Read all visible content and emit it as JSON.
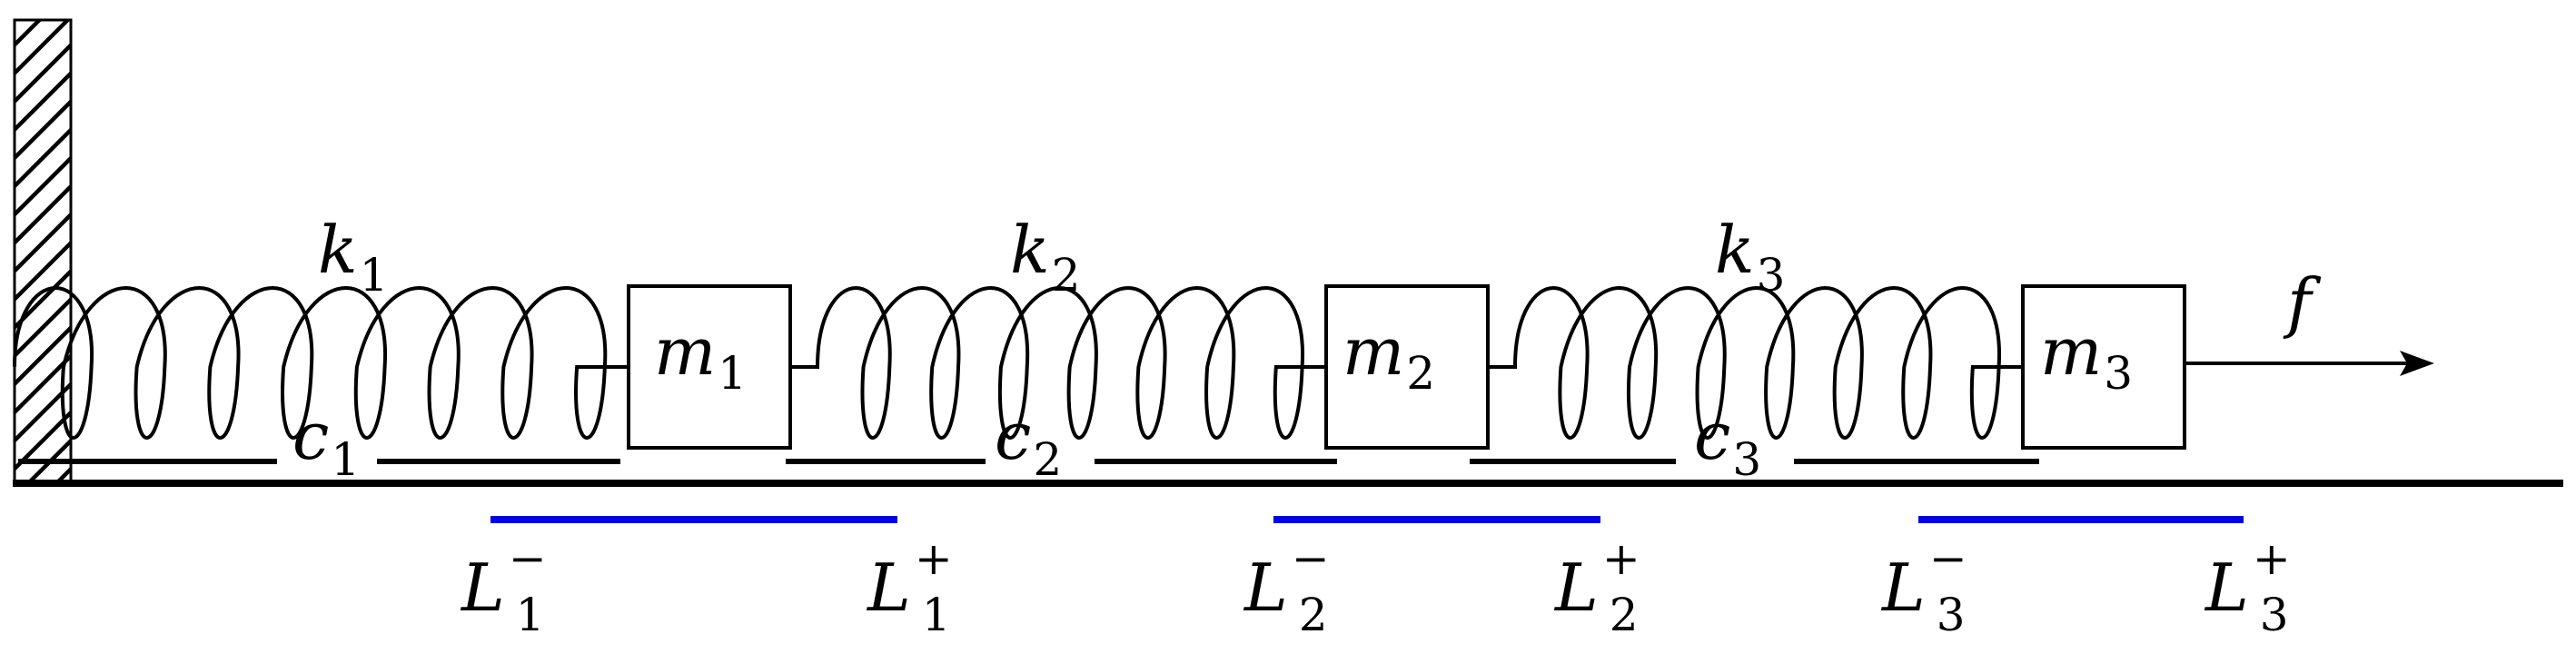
{
  "diagram": {
    "masses": [
      {
        "name": "m",
        "sub": "1"
      },
      {
        "name": "m",
        "sub": "2"
      },
      {
        "name": "m",
        "sub": "3"
      }
    ],
    "springs": [
      {
        "name": "k",
        "sub": "1"
      },
      {
        "name": "k",
        "sub": "2"
      },
      {
        "name": "k",
        "sub": "3"
      }
    ],
    "dampers": [
      {
        "name": "c",
        "sub": "1"
      },
      {
        "name": "c",
        "sub": "2"
      },
      {
        "name": "c",
        "sub": "3"
      }
    ],
    "limits": [
      {
        "minus": {
          "name": "L",
          "sub": "1",
          "sup": "−"
        },
        "plus": {
          "name": "L",
          "sub": "1",
          "sup": "+"
        }
      },
      {
        "minus": {
          "name": "L",
          "sub": "2",
          "sup": "−"
        },
        "plus": {
          "name": "L",
          "sub": "2",
          "sup": "+"
        }
      },
      {
        "minus": {
          "name": "L",
          "sub": "3",
          "sup": "−"
        },
        "plus": {
          "name": "L",
          "sub": "3",
          "sup": "+"
        }
      }
    ],
    "force": "f",
    "colors": {
      "limit_bar": "#0000ee",
      "ink": "#000000"
    }
  }
}
